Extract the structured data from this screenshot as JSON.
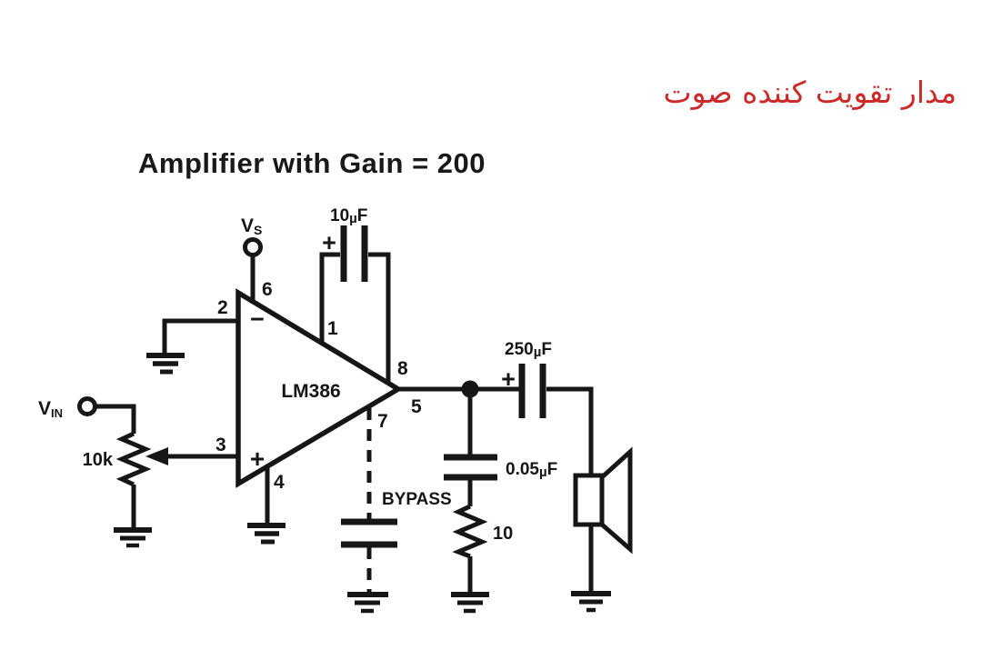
{
  "heading": {
    "text_fa": "مدار تقویت کننده صوت",
    "color": "#cc2a28"
  },
  "title": {
    "text": "Amplifier with Gain = 200"
  },
  "opamp": {
    "name": "LM386",
    "minus_sign": "−",
    "plus_sign": "+"
  },
  "pins": {
    "p1": "1",
    "p2": "2",
    "p3": "3",
    "p4": "4",
    "p5": "5",
    "p6": "6",
    "p7": "7",
    "p8": "8"
  },
  "terminals": {
    "vs": {
      "main": "V",
      "sub": "S"
    },
    "vin": {
      "main": "V",
      "sub": "IN"
    }
  },
  "components": {
    "pot_value": "10k",
    "gain_cap": {
      "num": "10",
      "mu": "µ",
      "unit": "F",
      "plus": "+"
    },
    "output_cap": {
      "num": "250",
      "mu": "µ",
      "unit": "F",
      "plus": "+"
    },
    "snubber_cap": {
      "num": "0.05",
      "mu": "µ",
      "unit": "F"
    },
    "snubber_res": "10",
    "bypass_label": "BYPASS"
  },
  "colors": {
    "ink": "#161616",
    "background": "#ffffff"
  }
}
